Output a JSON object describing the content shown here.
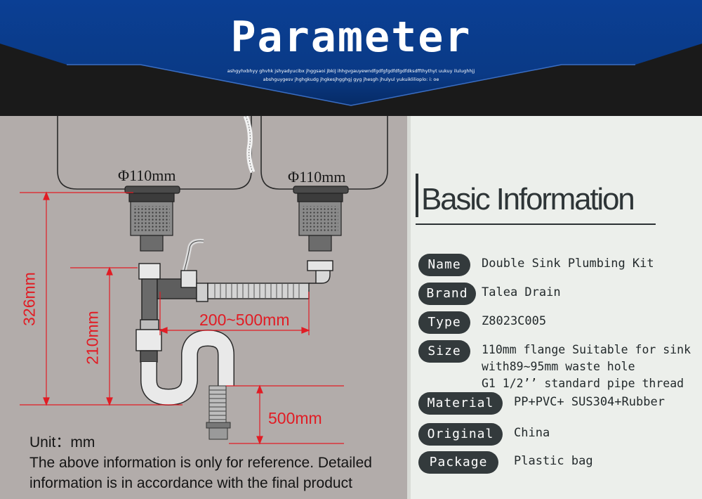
{
  "header": {
    "title": "Parameter",
    "subline_1": "ashgyhxbhyy ghvhk jshyadyucibx jhggsaoi jbkiJ ihhgvgauyewndfgdfgfgdfdfgdfdksdffthythyt uukuy ilulughhjj",
    "subline_2": "abshguygesv jhghgkudg jhgkesjhgghgj gyg jhesgh jhulyul yukuiklilioplo: i: oe"
  },
  "diagram": {
    "flange_left": "Φ110mm",
    "flange_right": "Φ110mm",
    "dim_total_height": "326mm",
    "dim_trap_height": "210mm",
    "dim_pipe_length": "200~500mm",
    "dim_outlet": "500mm",
    "unit_label": "Unit：mm",
    "note_line_1": "The above information is only for reference. Detailed",
    "note_line_2": "information is in accordance with the final product"
  },
  "info": {
    "heading": "Basic Information",
    "rows": [
      {
        "label": "Name",
        "value": "Double Sink Plumbing Kit"
      },
      {
        "label": "Brand",
        "value": "Talea Drain"
      },
      {
        "label": "Type",
        "value": "Z8023C005"
      },
      {
        "label": "Size",
        "value_lines": [
          "110mm flange  Suitable for sink",
          "with89~95mm waste hole",
          "G1 1/2’’  standard pipe thread"
        ]
      },
      {
        "label": "Material",
        "value": "PP+PVC+ SUS304+Rubber"
      },
      {
        "label": "Original",
        "value": "China"
      },
      {
        "label": "Package",
        "value": "Plastic bag"
      }
    ]
  },
  "colors": {
    "header_bg": "#1a1a1a",
    "banner_blue": "#0a3c8c",
    "diagram_bg": "#b2acaa",
    "dimension_red": "#e11c24",
    "info_bg": "#ecefeb",
    "pill_bg": "#333a3c"
  }
}
